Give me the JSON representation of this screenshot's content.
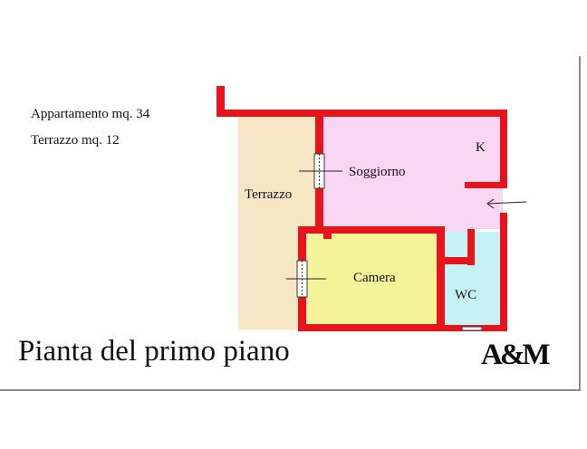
{
  "info": {
    "apartment": "Appartamento mq. 34",
    "terrace": "Terrazzo mq. 12"
  },
  "rooms": {
    "terrazzo": "Terrazzo",
    "soggiorno": "Soggiorno",
    "kitchen": "K",
    "camera": "Camera",
    "wc": "WC"
  },
  "caption": "Pianta del primo piano",
  "logo": "A&M",
  "colors": {
    "wall": "#e8141c",
    "terrazzo": "#f6e6c4",
    "soggiorno": "#f9d6f3",
    "camera": "#f3f39a",
    "wc": "#c6f1f5",
    "window": "#3a3a3a"
  }
}
